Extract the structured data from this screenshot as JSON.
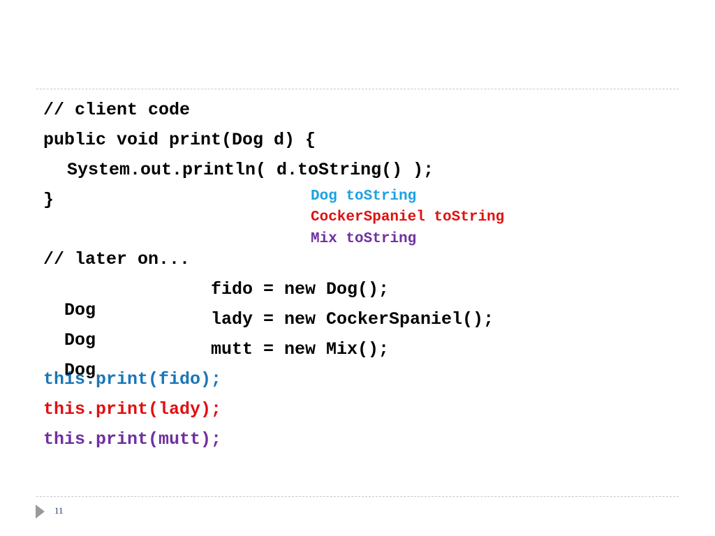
{
  "code": {
    "comment1": "// client code",
    "sig": "public void print(Dog d) {",
    "body": "System.out.println( d.toString() );",
    "close": "}",
    "comment2": "// later on...",
    "decl1_type": "Dog",
    "decl1_rest": "fido = new Dog();",
    "decl2_type": "Dog",
    "decl2_rest": "lady = new CockerSpaniel();",
    "decl3_type": "Dog",
    "decl3_rest": "mutt = new Mix();",
    "call1": "this.print(fido);",
    "call2": "this.print(lady);",
    "call3": "this.print(mutt);"
  },
  "output": {
    "line1": "Dog toString",
    "line2": "CockerSpaniel toString",
    "line3": "Mix toString"
  },
  "footer": {
    "page_number": "11"
  },
  "colors": {
    "call1": "#1a76b8",
    "output1": "#1ba1e2",
    "red": "#e01010",
    "purple": "#7030a0"
  }
}
